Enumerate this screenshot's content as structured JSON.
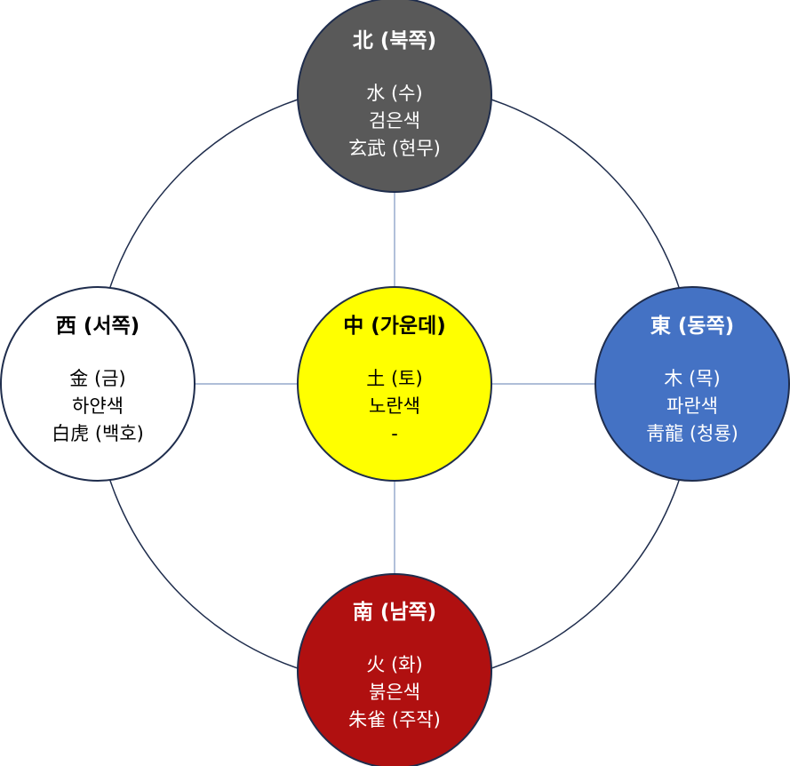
{
  "diagram": {
    "nodes": [
      {
        "id": "north",
        "title": "北 (북쪽)",
        "element": "水 (수)",
        "color_name": "검은색",
        "guardian": "玄武 (현무)",
        "fill": "#595959",
        "text_color": "#ffffff"
      },
      {
        "id": "west",
        "title": "西 (서쪽)",
        "element": "金 (금)",
        "color_name": "하얀색",
        "guardian": "白虎 (백호)",
        "fill": "#ffffff",
        "text_color": "#000000"
      },
      {
        "id": "center",
        "title": "中 (가운데)",
        "element": "土 (토)",
        "color_name": "노란색",
        "guardian": "-",
        "fill": "#ffff00",
        "text_color": "#000000"
      },
      {
        "id": "east",
        "title": "東 (동쪽)",
        "element": "木 (목)",
        "color_name": "파란색",
        "guardian": "靑龍 (청룡)",
        "fill": "#4472c4",
        "text_color": "#ffffff"
      },
      {
        "id": "south",
        "title": "南 (남쪽)",
        "element": "火 (화)",
        "color_name": "붉은색",
        "guardian": "朱雀 (주작)",
        "fill": "#b01010",
        "text_color": "#ffffff"
      }
    ],
    "colors": {
      "outline": "#1f2d4d",
      "connector": "#7f97c0",
      "ring": "#1f2d4d"
    }
  }
}
